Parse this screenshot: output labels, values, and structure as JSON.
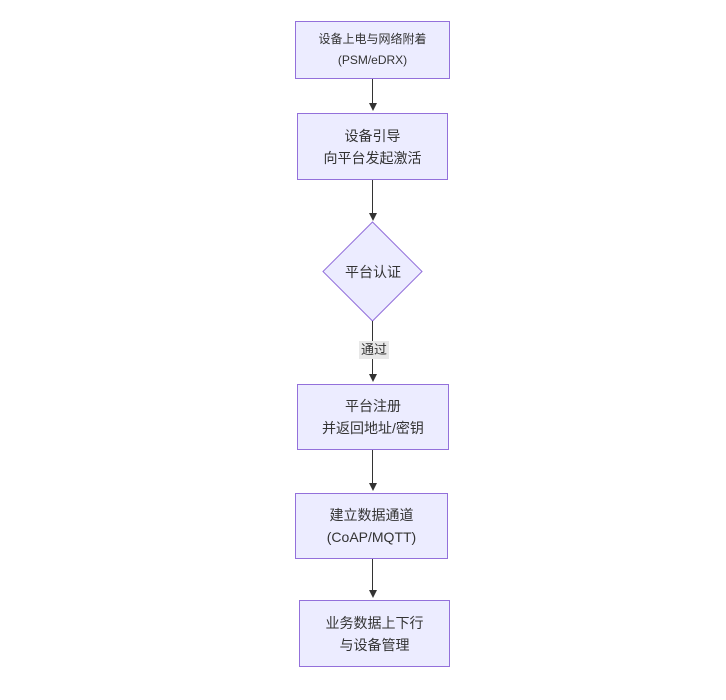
{
  "diagram": {
    "type": "flowchart",
    "direction": "top-down",
    "colors": {
      "canvas_bg": "#ffffff",
      "node_fill": "#ECECFF",
      "node_border": "#9370DB",
      "text_color": "#333333",
      "edge_color": "#333333",
      "edge_label_bg": "#e8e8e8"
    },
    "nodes": [
      {
        "id": "power-attach",
        "shape": "rect",
        "lines": [
          "设备上电与网络附着",
          "(PSM/eDRX)"
        ]
      },
      {
        "id": "bootstrap",
        "shape": "rect",
        "lines": [
          "设备引导",
          "向平台发起激活"
        ]
      },
      {
        "id": "platform-auth",
        "shape": "diamond",
        "lines": [
          "平台认证"
        ]
      },
      {
        "id": "platform-register",
        "shape": "rect",
        "lines": [
          "平台注册",
          "并返回地址/密钥"
        ]
      },
      {
        "id": "data-channel",
        "shape": "rect",
        "lines": [
          "建立数据通道",
          "(CoAP/MQTT)"
        ]
      },
      {
        "id": "business-data",
        "shape": "rect",
        "lines": [
          "业务数据上下行",
          "与设备管理"
        ]
      }
    ],
    "edges": [
      {
        "from": "power-attach",
        "to": "bootstrap",
        "label": ""
      },
      {
        "from": "bootstrap",
        "to": "platform-auth",
        "label": ""
      },
      {
        "from": "platform-auth",
        "to": "platform-register",
        "label": "通过"
      },
      {
        "from": "platform-register",
        "to": "data-channel",
        "label": ""
      },
      {
        "from": "data-channel",
        "to": "business-data",
        "label": ""
      }
    ]
  }
}
